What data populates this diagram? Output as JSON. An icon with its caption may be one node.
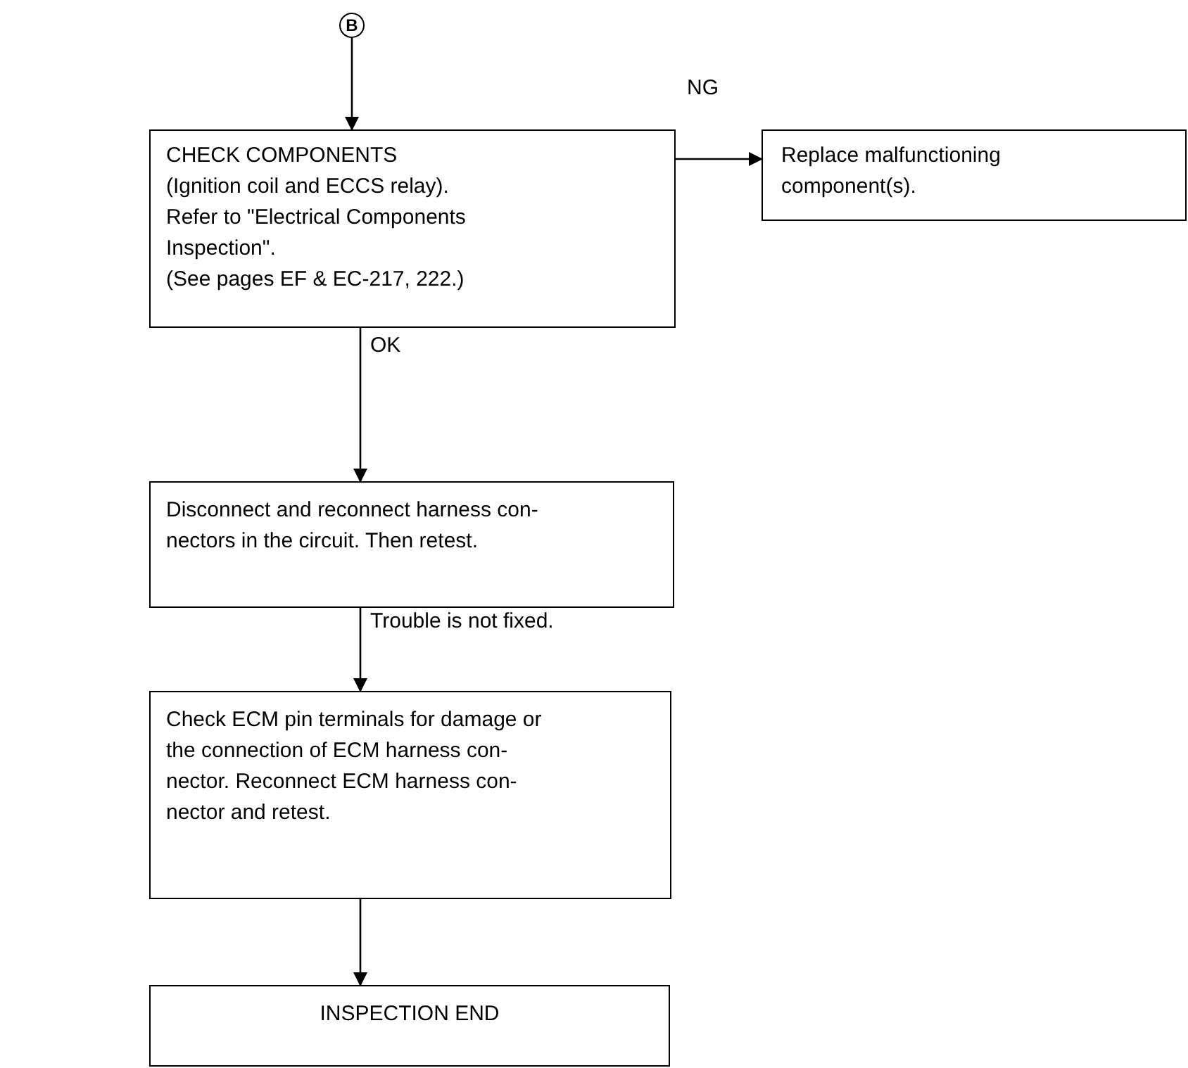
{
  "diagram": {
    "nodes": [
      {
        "text": [
          "B"
        ]
      },
      {
        "text": [
          "CHECK COMPONENTS",
          "(Ignition coil and ECCS relay).",
          "Refer to \"Electrical Components Inspection\".",
          "(See pages EF & EC-217, 222.)"
        ]
      },
      {
        "text": [
          "Replace malfunctioning component(s)."
        ]
      },
      {
        "text": [
          "Disconnect and reconnect harness con- nectors in the circuit. Then retest."
        ]
      },
      {
        "text": [
          "Check ECM pin terminals for damage or the connection of ECM harness con- nector. Reconnect ECM harness con- nector and retest."
        ]
      },
      {
        "text": [
          "INSPECTION END"
        ]
      }
    ],
    "edges": [
      {
        "from": 0,
        "to": 1,
        "arrow": "to"
      },
      {
        "from": 1,
        "to": 2,
        "arrow": "to",
        "label": "NG"
      },
      {
        "from": 1,
        "to": 3,
        "arrow": "to",
        "label": "OK"
      },
      {
        "from": 3,
        "to": 4,
        "arrow": "to",
        "label": "Trouble is not fixed."
      },
      {
        "from": 4,
        "to": 5,
        "arrow": "to"
      }
    ]
  }
}
